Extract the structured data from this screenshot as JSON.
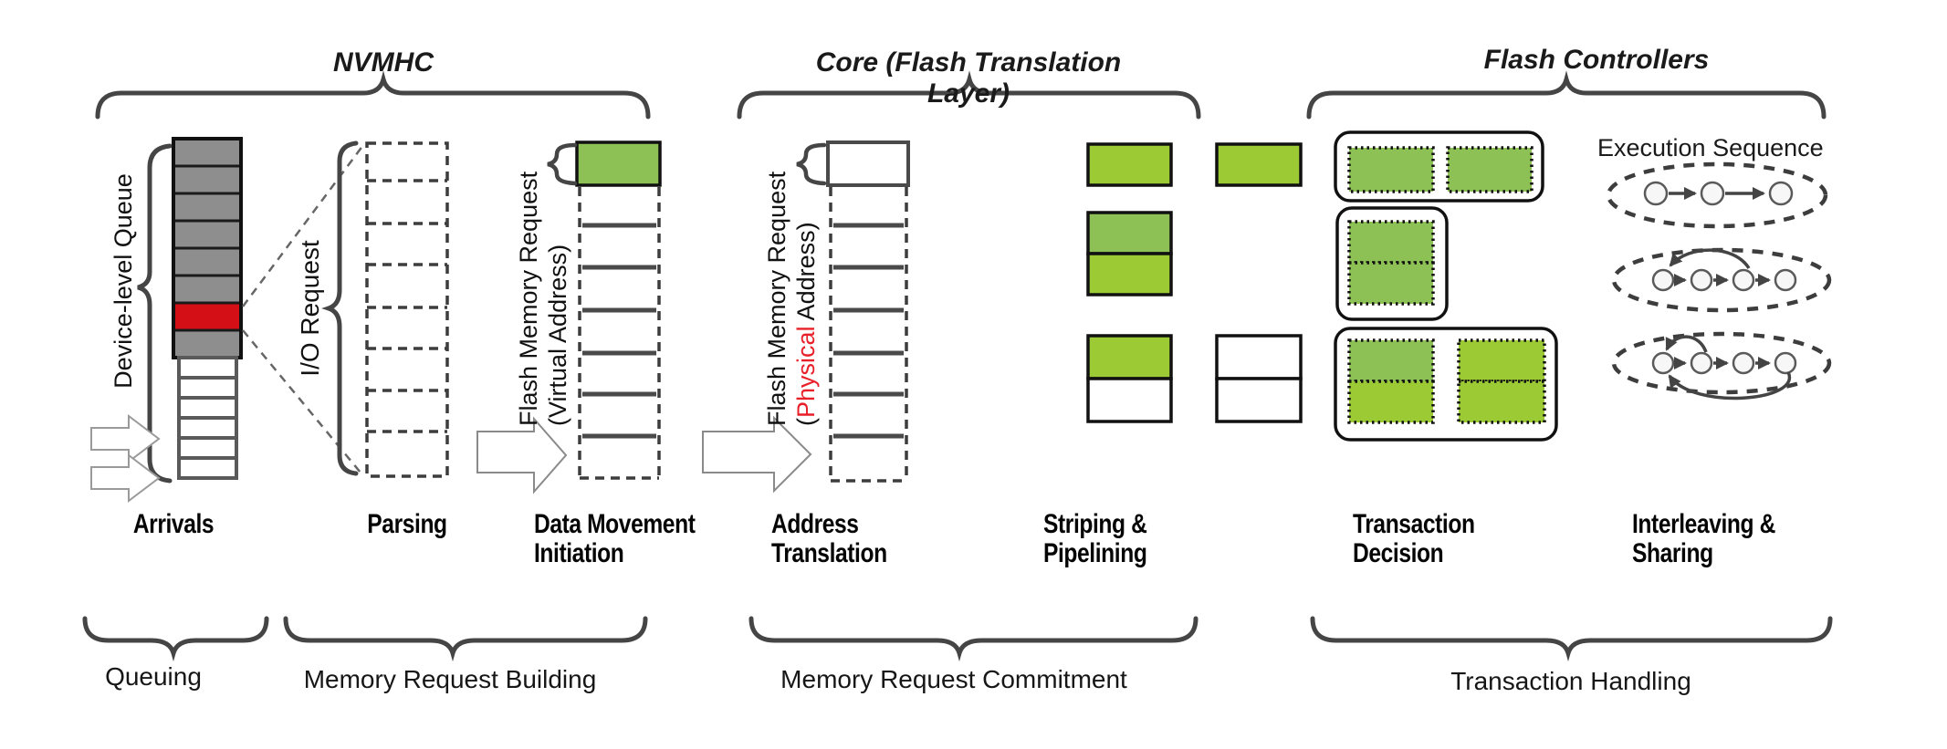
{
  "titles": {
    "nvmhc": "NVMHC",
    "core": "Core (Flash Translation Layer)",
    "flash_controllers": "Flash Controllers"
  },
  "stages": {
    "arrivals": "Arrivals",
    "parsing": "Parsing",
    "data_movement_line1": "Data Movement",
    "data_movement_line2": "Initiation",
    "address_translation_line1": "Address",
    "address_translation_line2": "Translation",
    "striping_line1": "Striping &",
    "striping_line2": "Pipelining",
    "transaction_decision_line1": "Transaction",
    "transaction_decision_line2": "Decision",
    "interleaving_line1": "Interleaving &",
    "interleaving_line2": "Sharing"
  },
  "side_labels": {
    "device_level_queue": "Device-level Queue",
    "io_request": "I/O Request",
    "flash_memory_request": "Flash Memory Request",
    "virtual_address": "(Virtual Address)",
    "physical_paren": "(",
    "physical_word": "Physical",
    "physical_rest": " Address)"
  },
  "annotations": {
    "execution_sequence": "Execution Sequence"
  },
  "phases": {
    "queuing": "Queuing",
    "memory_request_building": "Memory Request Building",
    "memory_request_commitment": "Memory Request Commitment",
    "transaction_handling": "Transaction Handling"
  },
  "colors": {
    "queue_gray": "#8e8e8e",
    "highlight_red": "#d40f15",
    "green_bright": "#9bca35",
    "green_muted": "#8dc155",
    "physical_red": "#e8202a"
  }
}
